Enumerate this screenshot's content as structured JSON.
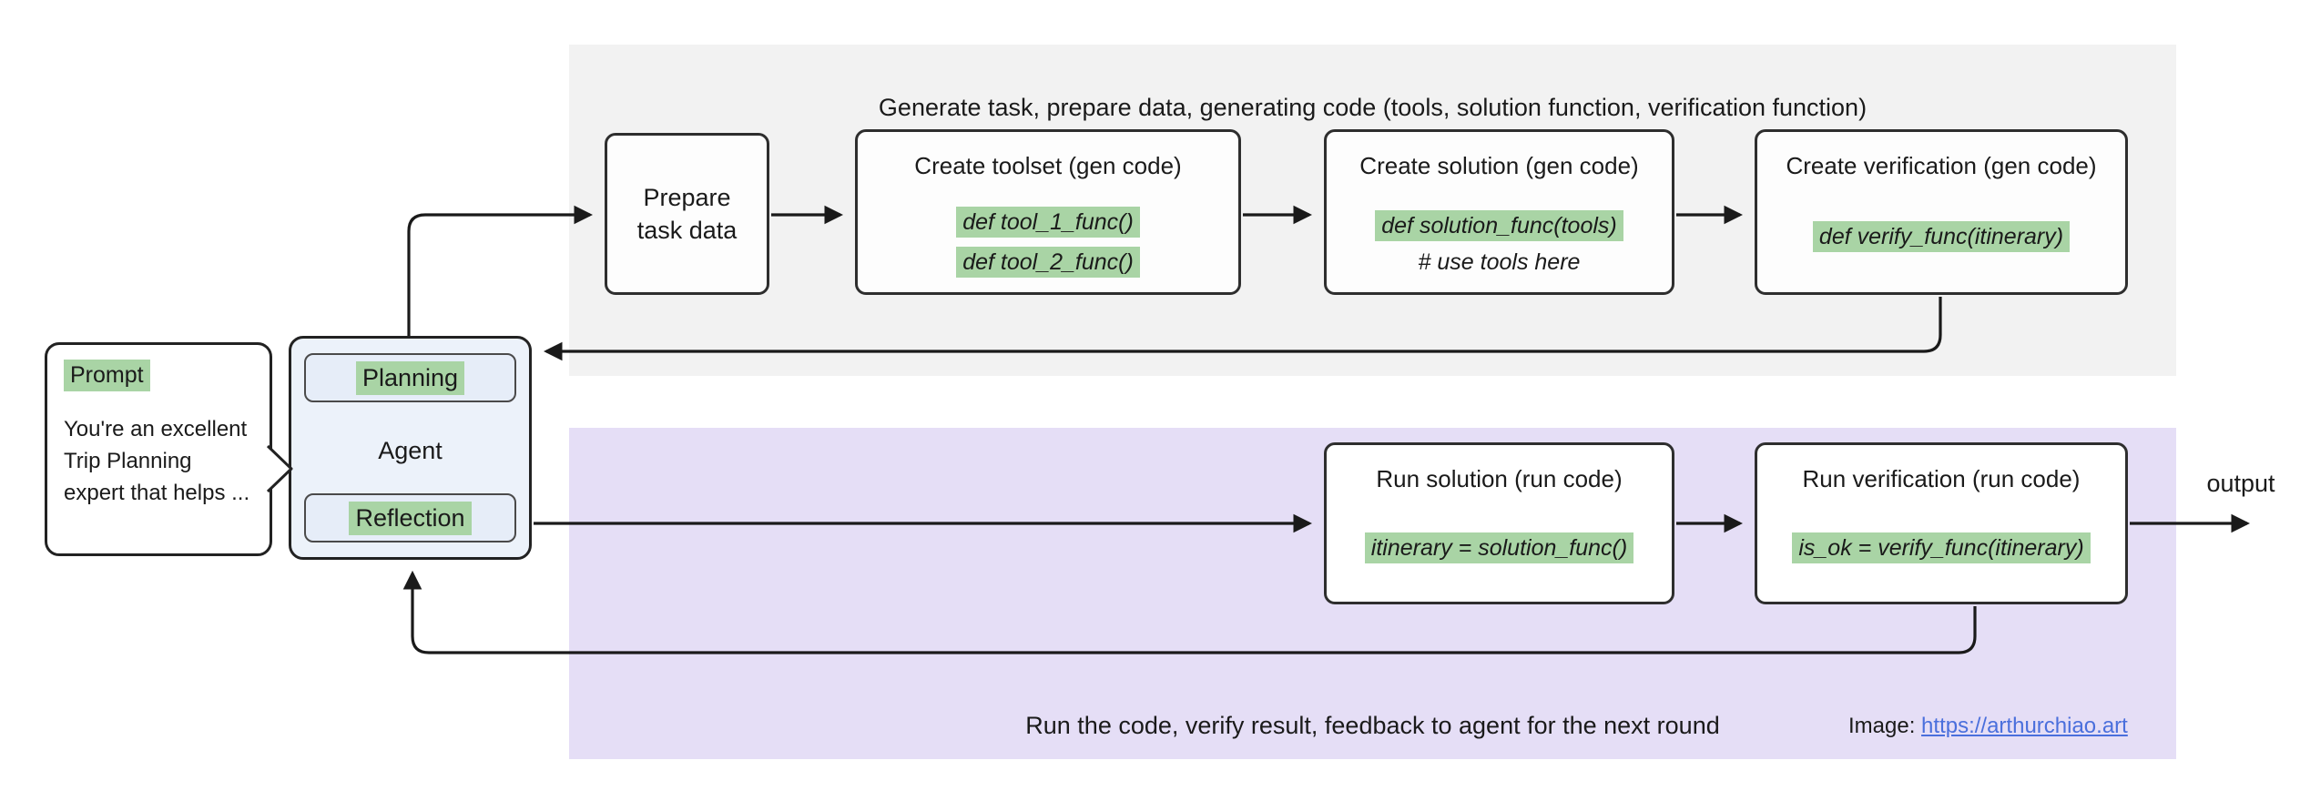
{
  "top_panel": {
    "title": "Generate task, prepare data, generating code (tools, solution function, verification function)",
    "boxes": {
      "prepare": {
        "title": "Prepare task data"
      },
      "toolset": {
        "title": "Create toolset (gen code)",
        "code": [
          "def tool_1_func()",
          "def tool_2_func()"
        ]
      },
      "solution": {
        "title": "Create solution (gen code)",
        "code": "def solution_func(tools)",
        "comment": "# use tools here"
      },
      "verification": {
        "title": "Create verification (gen code)",
        "code": "def verify_func(itinerary)"
      }
    }
  },
  "bottom_panel": {
    "caption": "Run the code, verify result, feedback to agent for the next round",
    "boxes": {
      "run_solution": {
        "title": "Run solution (run code)",
        "code": "itinerary = solution_func()"
      },
      "run_verification": {
        "title": "Run verification  (run code)",
        "code": "is_ok = verify_func(itinerary)"
      }
    },
    "output_label": "output",
    "credit_label": "Image:",
    "credit_link": "https://arthurchiao.art"
  },
  "prompt_bubble": {
    "tag": "Prompt",
    "lines": [
      "You're an excellent",
      "Trip Planning",
      "expert that helps ..."
    ]
  },
  "agent": {
    "planning_label": "Planning",
    "agent_label": "Agent",
    "reflection_label": "Reflection"
  },
  "colors": {
    "top_panel_bg": "#f2f2f2",
    "bottom_panel_bg": "#e5def6",
    "highlight": "#a9d4a5",
    "link": "#4a6fdc",
    "line": "#1a1a1a"
  }
}
